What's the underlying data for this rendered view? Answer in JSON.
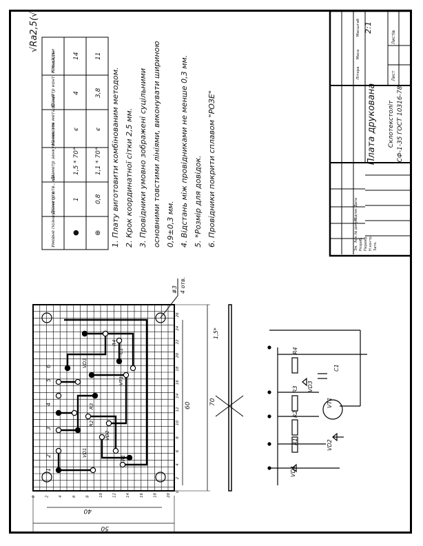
{
  "roughness": "√Ra2,5(√)",
  "symbol_table": {
    "headers": [
      "Умовне позначення отв.",
      "Діаметр отв., мм",
      "Діаметр зенкування, мм",
      "Наявність металізації",
      "Діаметр конт. площадки",
      "Кількість"
    ],
    "rows": [
      [
        "●",
        "1",
        "1,5 * 70°",
        "є",
        "4",
        "14"
      ],
      [
        "⊕",
        "0,8",
        "1,1 * 70°",
        "є",
        "3,8",
        "11"
      ]
    ]
  },
  "notes": [
    "1. Плату виготовити комбінованим методом.",
    "2. Крок координатної сітки 2,5 мм.",
    "3. Провідники умовно зображені суцільними",
    "основними товстими лініями, виконувати шириною",
    "0,9±0,3 мм.",
    "4. Відстань між провідниками не менше 0,3 мм.",
    "5. *Розмір для довідок.",
    "6. Провідники покрити сплавом \"РОЗЕ\""
  ],
  "title_block": {
    "title": "Плата друкована",
    "material": "Склотекстоліт",
    "material_standard": "СФ-1-35 ГОСТ 10316-78",
    "scale": "2:1",
    "col_litera": "Літера",
    "col_masa": "Маса",
    "col_masshtab": "Масштаб",
    "sheet_label": "Лист",
    "sheets_label": "Листів",
    "stamp_rows": [
      "Зм.",
      "Арк.",
      "№ докум.",
      "Підпис",
      "Дата"
    ],
    "stamp_roles": [
      "Розроб.",
      "Перевір.",
      "Н.контр.",
      "Затв."
    ]
  },
  "pcb": {
    "dim_50": "50",
    "dim_40": "40",
    "dim_60": "60",
    "dim_70": "70",
    "thickness": "1,5*",
    "hole_callout_1": "#3",
    "hole_callout_2": "4 отв.",
    "grid_numbers_top": [
      "0",
      "2",
      "4",
      "6",
      "8",
      "10",
      "12",
      "14",
      "16",
      "18",
      "20",
      "22",
      "24",
      "26"
    ],
    "grid_numbers_left": [
      "0",
      "2",
      "4",
      "6",
      "8",
      "10",
      "12",
      "14",
      "16",
      "18",
      "20"
    ],
    "pin_labels": [
      "1",
      "2",
      "3",
      "4",
      "5",
      "6"
    ],
    "parts": [
      "VD1",
      "R1",
      "R2",
      "R3",
      "VD2",
      "VT1",
      "VD3",
      "R4",
      "C1"
    ]
  },
  "schematic": {
    "labels": [
      "VD1",
      "R1",
      "R2",
      "R3",
      "R4",
      "VD2",
      "VD3",
      "VT1",
      "C1"
    ]
  }
}
